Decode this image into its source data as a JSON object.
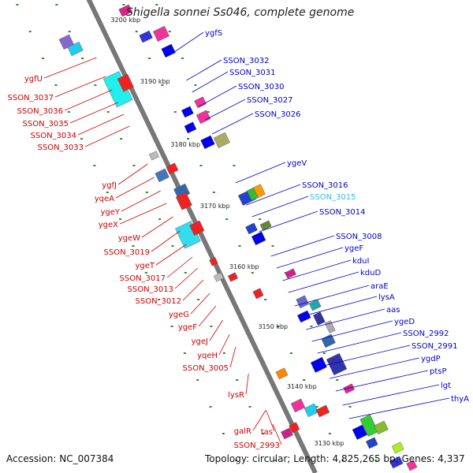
{
  "title": "Shigella sonnei Ss046, complete genome",
  "accession": "Accession: NC_007384",
  "topology": "Topology: circular; Length: 4,825,265 bp; Genes: 4,337",
  "kbp_ticks": [
    "3200 kbp",
    "3190 kbp",
    "3180 kbp",
    "3170 kbp",
    "3160 kbp",
    "3150 kbp",
    "3140 kbp",
    "3130 kbp"
  ],
  "labels_right": [
    {
      "text": "ygfS",
      "color": "#0000cc"
    },
    {
      "text": "SSON_3032",
      "color": "#0000cc"
    },
    {
      "text": "SSON_3031",
      "color": "#0000cc"
    },
    {
      "text": "SSON_3030",
      "color": "#0000cc"
    },
    {
      "text": "SSON_3027",
      "color": "#0000cc"
    },
    {
      "text": "SSON_3026",
      "color": "#0000cc"
    },
    {
      "text": "ygeV",
      "color": "#0000cc"
    },
    {
      "text": "SSON_3016",
      "color": "#0000cc"
    },
    {
      "text": "SSON_3015",
      "color": "#33bbee"
    },
    {
      "text": "SSON_3014",
      "color": "#0000cc"
    },
    {
      "text": "SSON_3008",
      "color": "#0000cc"
    },
    {
      "text": "ygeF",
      "color": "#0000cc"
    },
    {
      "text": "kduI",
      "color": "#0000cc"
    },
    {
      "text": "kduD",
      "color": "#0000cc"
    },
    {
      "text": "araE",
      "color": "#0000cc"
    },
    {
      "text": "lysA",
      "color": "#0000cc"
    },
    {
      "text": "aas",
      "color": "#0000cc"
    },
    {
      "text": "ygeD",
      "color": "#0000cc"
    },
    {
      "text": "SSON_2992",
      "color": "#0000cc"
    },
    {
      "text": "SSON_2991",
      "color": "#0000cc"
    },
    {
      "text": "ygdP",
      "color": "#0000cc"
    },
    {
      "text": "ptsP",
      "color": "#0000cc"
    },
    {
      "text": "lgt",
      "color": "#0000cc"
    },
    {
      "text": "thyA",
      "color": "#0000cc"
    }
  ],
  "labels_left": [
    {
      "text": "ygfU",
      "color": "#cc0000"
    },
    {
      "text": "SSON_3037",
      "color": "#cc0000"
    },
    {
      "text": "SSON_3036",
      "color": "#cc0000"
    },
    {
      "text": "SSON_3035",
      "color": "#cc0000"
    },
    {
      "text": "SSON_3034",
      "color": "#cc0000"
    },
    {
      "text": "SSON_3033",
      "color": "#cc0000"
    },
    {
      "text": "ygfJ",
      "color": "#cc0000"
    },
    {
      "text": "yqeA",
      "color": "#cc0000"
    },
    {
      "text": "ygeY",
      "color": "#cc0000"
    },
    {
      "text": "ygeX",
      "color": "#cc0000"
    },
    {
      "text": "ygeW",
      "color": "#cc0000"
    },
    {
      "text": "SSON_3019",
      "color": "#cc0000"
    },
    {
      "text": "ygeT",
      "color": "#cc0000"
    },
    {
      "text": "SSON_3017",
      "color": "#cc0000"
    },
    {
      "text": "SSON_3013",
      "color": "#cc0000"
    },
    {
      "text": "SSON_3012",
      "color": "#cc0000"
    },
    {
      "text": "ygeG",
      "color": "#cc0000"
    },
    {
      "text": "ygeF",
      "color": "#cc0000"
    },
    {
      "text": "ygeJ",
      "color": "#cc0000"
    },
    {
      "text": "yqeH",
      "color": "#cc0000"
    },
    {
      "text": "SSON_3005",
      "color": "#cc0000"
    },
    {
      "text": "lysR",
      "color": "#cc0000"
    },
    {
      "text": "galR",
      "color": "#cc0000"
    },
    {
      "text": "tas",
      "color": "#cc0000"
    },
    {
      "text": "SSON_2993",
      "color": "#cc0000"
    }
  ]
}
